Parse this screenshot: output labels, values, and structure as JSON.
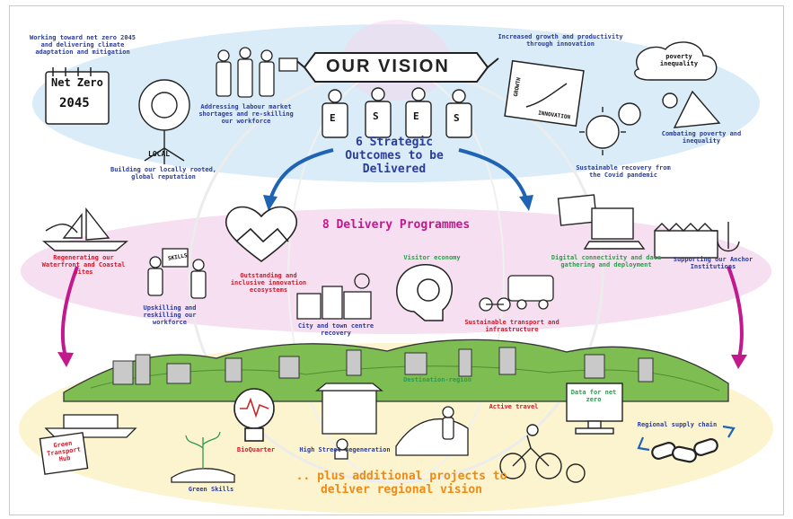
{
  "header": {
    "vision": "OUR VISION",
    "letters": [
      "E",
      "S",
      "E",
      "S"
    ]
  },
  "headings": {
    "strategic": "6 Strategic Outcomes to be Delivered",
    "delivery": "8 Delivery Programmes",
    "additional": ".. plus additional projects to deliver regional vision"
  },
  "sign_text": {
    "net_zero": "Net Zero",
    "net_zero_year": "2045",
    "local": "LOCAL",
    "poverty": "poverty inequality",
    "growth": "GROWTH",
    "innovation": "INNOVATION",
    "skills": "SKILLS",
    "data_zero": "Data for net zero",
    "green_transport": "Green Transport Hub"
  },
  "outcomes": [
    "Working toward net zero 2045 and delivering climate adaptation and mitigation",
    "Addressing labour market shortages and re-skilling our workforce",
    "Building our locally rooted, global reputation",
    "Increased growth and productivity through innovation",
    "Combating poverty and inequality",
    "Sustainable recovery from the Covid pandemic"
  ],
  "programmes": [
    "Regenerating our Waterfront and Coastal sites",
    "Upskilling and reskilling our workforce",
    "Outstanding and inclusive innovation ecosystems",
    "City and town centre recovery",
    "Visitor economy",
    "Sustainable transport and infrastructure",
    "Digital connectivity and data gathering and deployment",
    "Supporting our Anchor Institutions"
  ],
  "projects": [
    "BioQuarter",
    "High Street regeneration",
    "Destination-region",
    "Active travel",
    "Regional supply chain",
    "Green Skills"
  ],
  "colors": {
    "outcomes_band": "#d9ecf7",
    "programmes_band": "#f6dff0",
    "projects_band": "#fbf4cf",
    "blue": "#2b3c9c",
    "red": "#d01a2a",
    "green": "#2f9a4c",
    "magenta": "#c2198d",
    "orange": "#ef8a16",
    "arrow_blue": "#1f64b4"
  }
}
